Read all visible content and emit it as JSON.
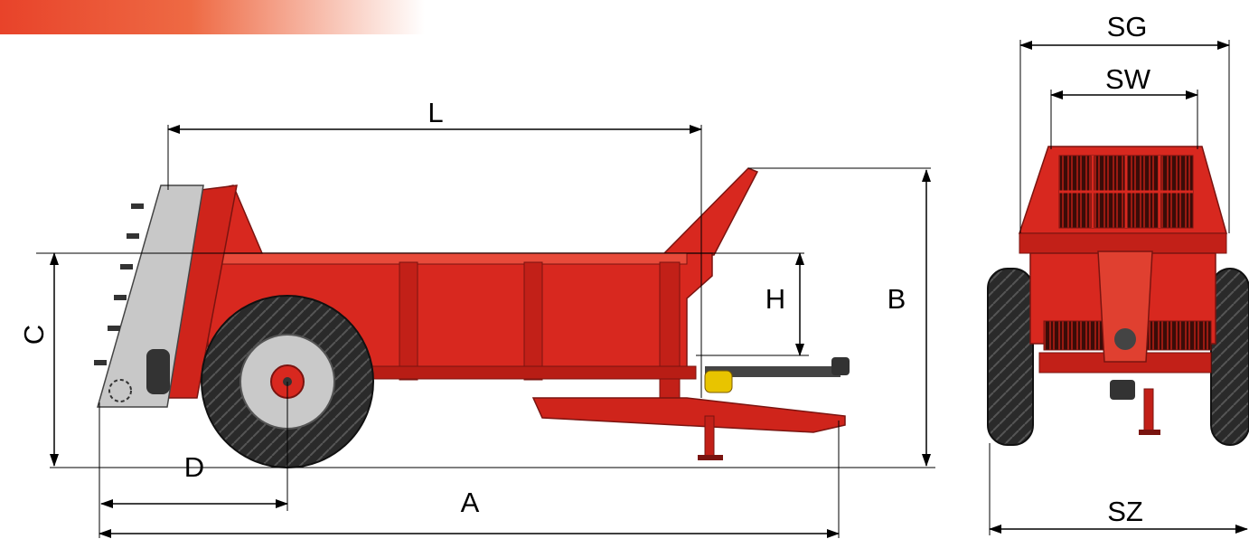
{
  "labels": {
    "L": "L",
    "C": "C",
    "H": "H",
    "B": "B",
    "D": "D",
    "A": "A",
    "SG": "SG",
    "SW": "SW",
    "SZ": "SZ"
  },
  "colors": {
    "body_red": "#d8281f",
    "dark_red": "#a81812",
    "tire": "#2a2a2a",
    "hub": "#c9c9c9",
    "grey_panel": "#c8c8c8",
    "pto_yellow": "#e8c400",
    "banner": "#e8432a"
  }
}
